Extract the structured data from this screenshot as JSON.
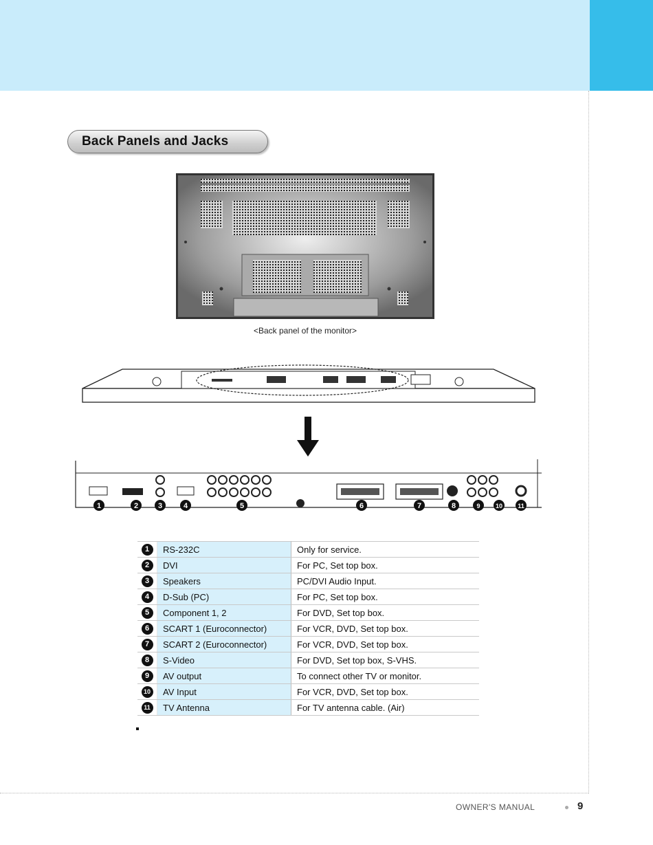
{
  "section": {
    "title": "Back Panels and Jacks"
  },
  "monitor_caption": "<Back panel of the monitor>",
  "jack_callouts": [
    "1",
    "2",
    "3",
    "4",
    "5",
    "6",
    "7",
    "8",
    "9",
    "10",
    "11"
  ],
  "connectors": [
    {
      "number": "1",
      "name": "RS-232C",
      "description": "Only for service."
    },
    {
      "number": "2",
      "name": "DVI",
      "description": "For PC, Set top box."
    },
    {
      "number": "3",
      "name": "Speakers",
      "description": "PC/DVI Audio Input."
    },
    {
      "number": "4",
      "name": "D-Sub (PC)",
      "description": "For PC, Set top box."
    },
    {
      "number": "5",
      "name": "Component 1, 2",
      "description": "For DVD, Set top box."
    },
    {
      "number": "6",
      "name": "SCART 1 (Euroconnector)",
      "description": "For VCR, DVD, Set top box."
    },
    {
      "number": "7",
      "name": "SCART 2 (Euroconnector)",
      "description": "For VCR, DVD, Set top box."
    },
    {
      "number": "8",
      "name": "S-Video",
      "description": "For DVD, Set top box, S-VHS."
    },
    {
      "number": "9",
      "name": "AV output",
      "description": "To connect other TV or monitor."
    },
    {
      "number": "10",
      "name": "AV Input",
      "description": "For VCR, DVD, Set top box."
    },
    {
      "number": "11",
      "name": "TV Antenna",
      "description": "For TV antenna cable. (Air)"
    }
  ],
  "footer": {
    "label": "OWNER'S MANUAL",
    "page": "9"
  },
  "colors": {
    "band": "#c9ecfb",
    "tab": "#36bdea",
    "table_highlight": "#d7f0fb"
  }
}
